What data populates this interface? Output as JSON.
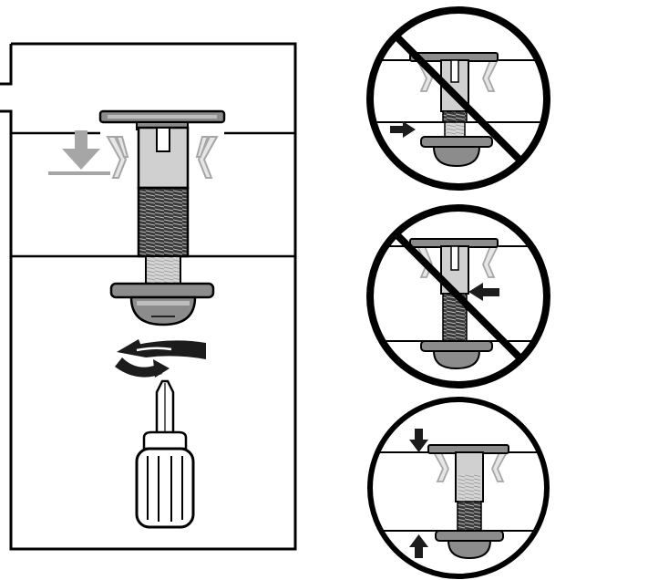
{
  "figure": {
    "panels": [
      {
        "id": "main-step",
        "verdict": "instruction"
      },
      {
        "id": "wrong-1",
        "verdict": "incorrect"
      },
      {
        "id": "wrong-2",
        "verdict": "incorrect"
      },
      {
        "id": "correct",
        "verdict": "correct"
      }
    ],
    "icons": [
      "down-arrow-icon",
      "rotation-arrow-icon",
      "screwdriver-icon",
      "prohibited-icon",
      "right-arrow-icon",
      "left-arrow-icon",
      "up-arrow-icon"
    ],
    "colors": {
      "ink": "#000000",
      "light_gray": "#d0d0d0",
      "mid_gray": "#a6a6a6",
      "dark_gray": "#5a5a5a",
      "background": "#ffffff"
    }
  }
}
